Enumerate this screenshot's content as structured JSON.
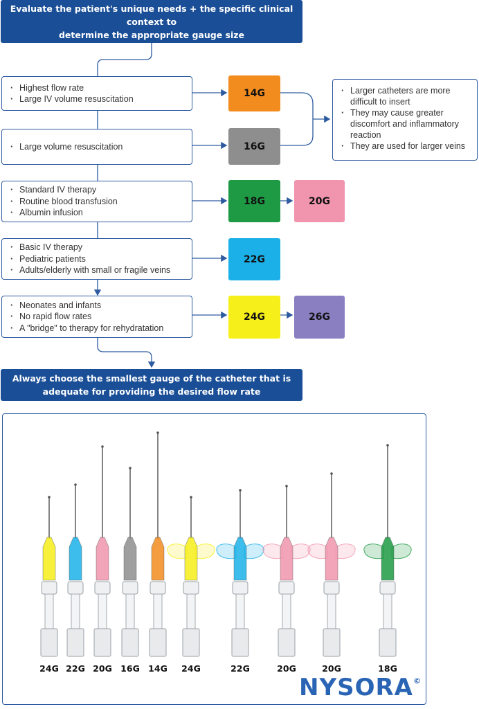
{
  "header_banner": {
    "line1": "Evaluate the patient's unique needs + the specific clinical context to",
    "line2": "determine the appropriate gauge size"
  },
  "footer_banner": {
    "line1": "Always choose the smallest gauge of the catheter that is",
    "line2": "adequate for providing the desired flow rate"
  },
  "indications": [
    {
      "items": [
        "Highest flow rate",
        "Large IV volume resuscitation"
      ]
    },
    {
      "items": [
        "Large volume resuscitation"
      ]
    },
    {
      "items": [
        "Standard IV therapy",
        "Routine blood transfusion",
        "Albumin infusion"
      ]
    },
    {
      "items": [
        "Basic IV therapy",
        "Pediatric patients",
        "Adults/elderly with small or fragile veins"
      ]
    },
    {
      "items": [
        "Neonates and infants",
        "No rapid flow rates",
        "A \"bridge\" to therapy for rehydratation"
      ]
    }
  ],
  "gauges": [
    {
      "label": "14G",
      "color": "#f28c1f"
    },
    {
      "label": "16G",
      "color": "#8e8e8e"
    },
    {
      "label": "18G",
      "color": "#1e9a44"
    },
    {
      "label": "20G",
      "color": "#f095ad"
    },
    {
      "label": "22G",
      "color": "#1bb1e8"
    },
    {
      "label": "24G",
      "color": "#f6ef1a"
    },
    {
      "label": "26G",
      "color": "#8a7fc0"
    }
  ],
  "info_box": {
    "items": [
      "Larger catheters are more difficult to insert",
      "They may cause greater discomfort and inflammatory reaction",
      "They are used for larger veins"
    ]
  },
  "catheter_labels": [
    "24G",
    "22G",
    "20G",
    "16G",
    "14G",
    "24G",
    "22G",
    "20G",
    "20G",
    "18G"
  ],
  "brand": {
    "name": "NYSORA",
    "mark": "©"
  }
}
